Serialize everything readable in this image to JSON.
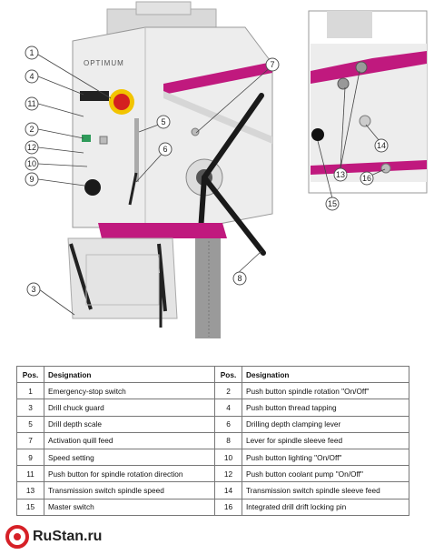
{
  "illustration": {
    "machine_brand": "OPTIMUM",
    "callouts": [
      "1",
      "2",
      "3",
      "4",
      "5",
      "6",
      "7",
      "8",
      "9",
      "10",
      "11",
      "12",
      "13",
      "14",
      "15",
      "16"
    ]
  },
  "table": {
    "headers": [
      "Pos.",
      "Designation",
      "Pos.",
      "Designation"
    ],
    "rows": [
      [
        "1",
        "Emergency-stop switch",
        "2",
        "Push button spindle rotation \"On/Off\""
      ],
      [
        "3",
        "Drill chuck guard",
        "4",
        "Push button thread tapping"
      ],
      [
        "5",
        "Drill depth scale",
        "6",
        "Drilling depth clamping lever"
      ],
      [
        "7",
        "Activation quill feed",
        "8",
        "Lever for spindle sleeve feed"
      ],
      [
        "9",
        "Speed setting",
        "10",
        "Push button lighting \"On/Off\""
      ],
      [
        "11",
        "Push button for spindle rotation direction",
        "12",
        "Push button coolant pump \"On/Off\""
      ],
      [
        "13",
        "Transmission switch spindle speed",
        "14",
        "Transmission switch spindle sleeve feed"
      ],
      [
        "15",
        "Master switch",
        "16",
        "Integrated drill drift locking pin"
      ]
    ]
  },
  "watermark": {
    "text": "RuStan.ru",
    "logo_color": "#d62027"
  },
  "colors": {
    "accent_magenta": "#c0197e",
    "machine_body": "#e8e8e8",
    "estop_red": "#d42020",
    "estop_yellow": "#f2c400"
  }
}
